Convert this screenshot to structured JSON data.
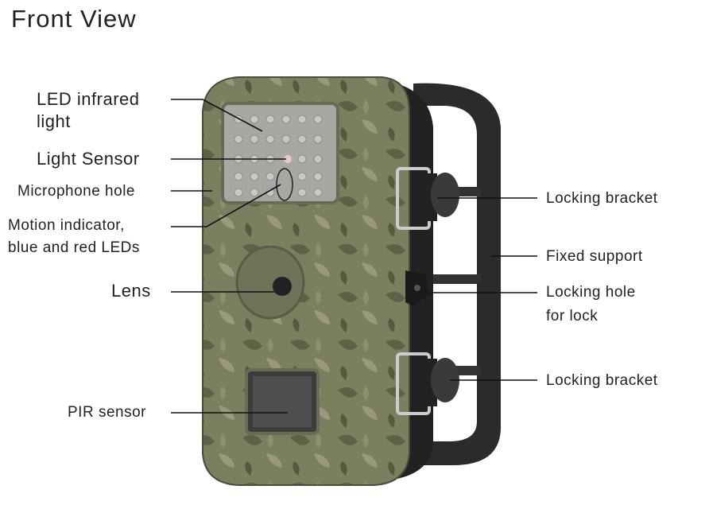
{
  "title": "Front View",
  "labels": {
    "led": "LED infrared light",
    "led_line1": "LED infrared",
    "led_line2": "light",
    "light_sensor": "Light Sensor",
    "microphone": "Microphone hole",
    "motion_line1": "Motion indicator,",
    "motion_line2": "blue and red LEDs",
    "lens": "Lens",
    "pir": "PIR sensor",
    "locking_bracket_top": "Locking bracket",
    "fixed_support": "Fixed support",
    "lock_line1": "Locking hole",
    "lock_line2": "for lock",
    "locking_bracket_bottom": "Locking bracket"
  },
  "colors": {
    "camo": "#7b7f5f",
    "housing": "#2a2a2a",
    "leader": "#111111"
  }
}
